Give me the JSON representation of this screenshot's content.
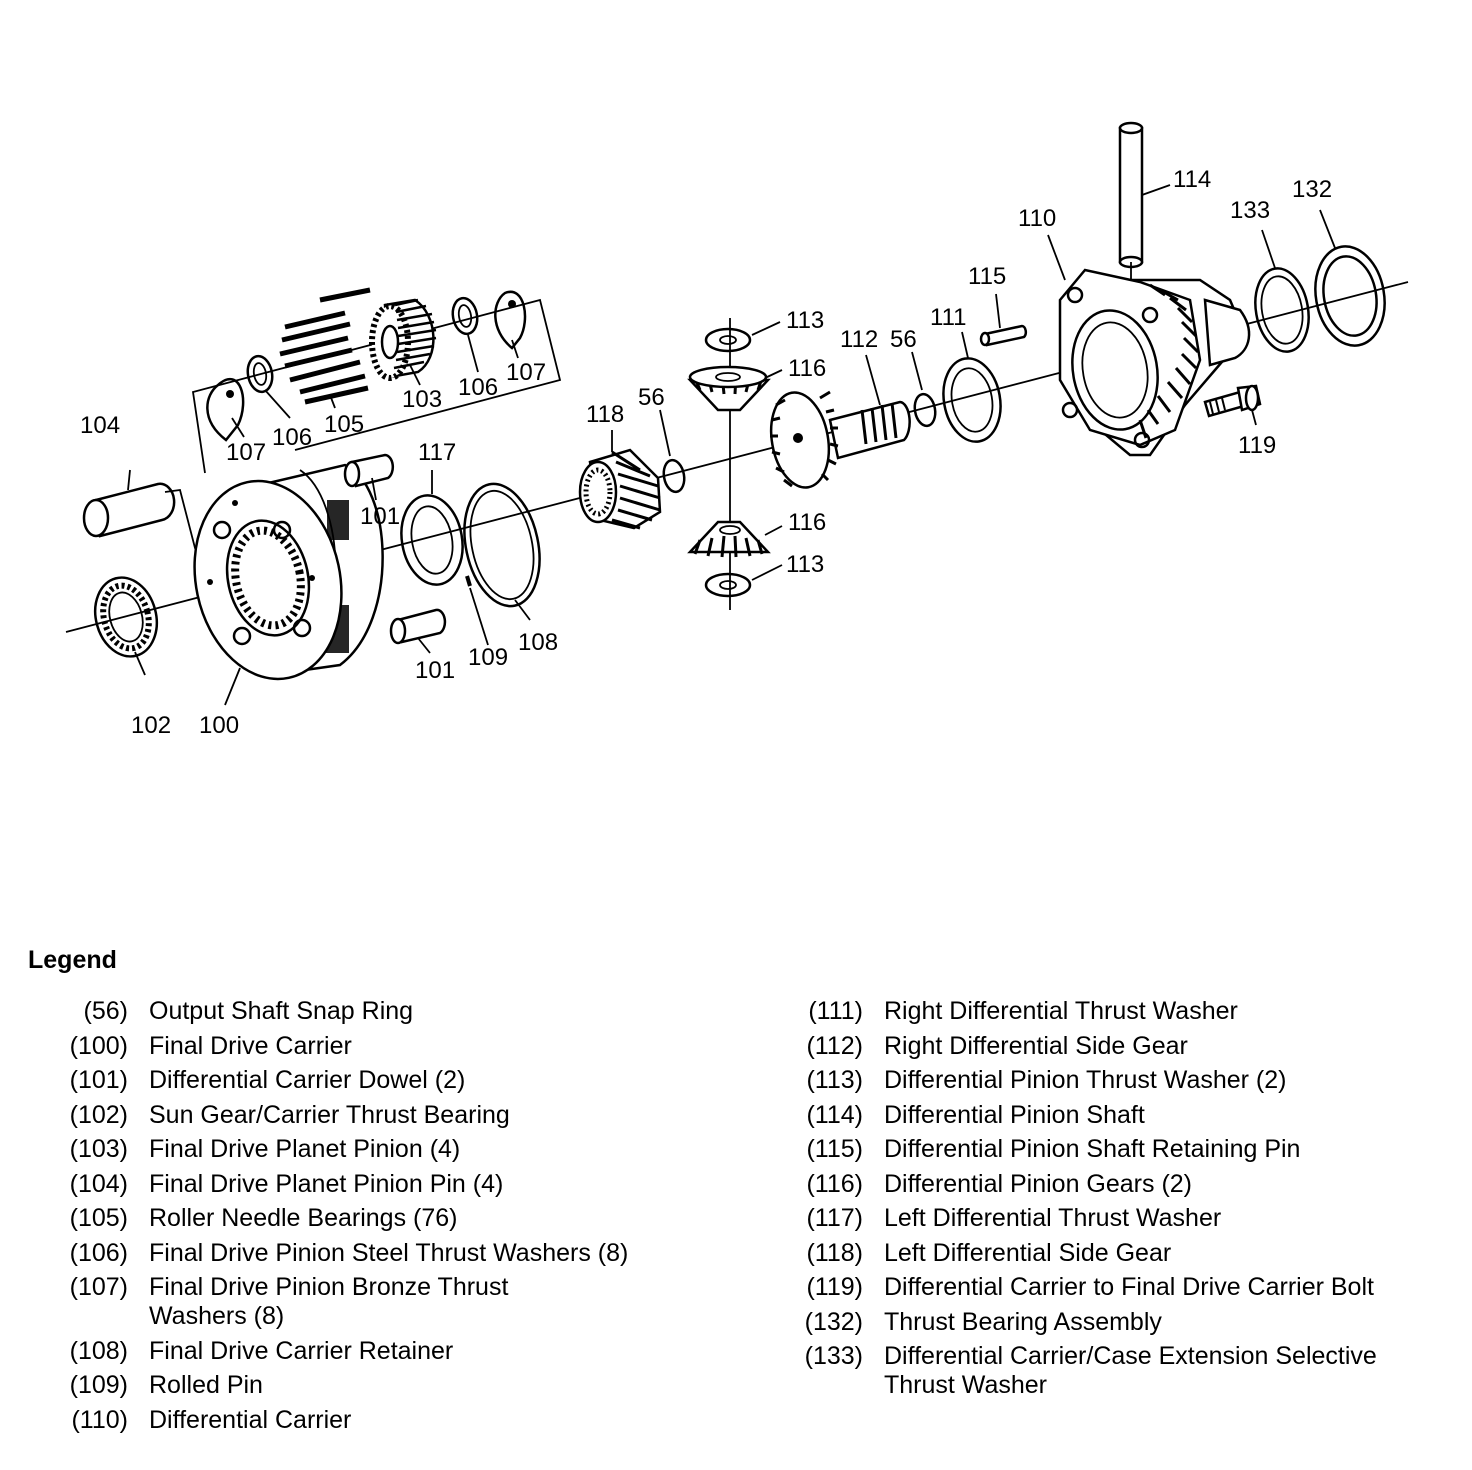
{
  "callouts": [
    "104",
    "102",
    "100",
    "107",
    "106",
    "105",
    "103",
    "106",
    "107",
    "117",
    "101",
    "101",
    "109",
    "108",
    "118",
    "56",
    "113",
    "116",
    "116",
    "113",
    "112",
    "56",
    "111",
    "115",
    "110",
    "114",
    "133",
    "132",
    "119"
  ],
  "legend": {
    "title": "Legend",
    "left": [
      {
        "num": "(56)",
        "desc": "Output Shaft Snap Ring"
      },
      {
        "num": "(100)",
        "desc": "Final Drive Carrier"
      },
      {
        "num": "(101)",
        "desc": "Differential Carrier Dowel (2)"
      },
      {
        "num": "(102)",
        "desc": "Sun Gear/Carrier Thrust Bearing"
      },
      {
        "num": "(103)",
        "desc": "Final Drive Planet Pinion (4)"
      },
      {
        "num": "(104)",
        "desc": "Final Drive Planet Pinion Pin (4)"
      },
      {
        "num": "(105)",
        "desc": "Roller Needle Bearings (76)"
      },
      {
        "num": "(106)",
        "desc": "Final Drive Pinion Steel Thrust Washers (8)"
      },
      {
        "num": "(107)",
        "desc": "Final Drive Pinion Bronze Thrust\nWashers (8)"
      },
      {
        "num": "(108)",
        "desc": "Final Drive Carrier Retainer"
      },
      {
        "num": "(109)",
        "desc": "Rolled Pin"
      },
      {
        "num": "(110)",
        "desc": "Differential Carrier"
      }
    ],
    "right": [
      {
        "num": "(111)",
        "desc": "Right Differential Thrust Washer"
      },
      {
        "num": "(112)",
        "desc": "Right Differential Side Gear"
      },
      {
        "num": "(113)",
        "desc": "Differential Pinion Thrust Washer (2)"
      },
      {
        "num": "(114)",
        "desc": "Differential Pinion Shaft"
      },
      {
        "num": "(115)",
        "desc": "Differential Pinion Shaft Retaining Pin"
      },
      {
        "num": "(116)",
        "desc": "Differential Pinion Gears (2)"
      },
      {
        "num": "(117)",
        "desc": "Left Differential Thrust Washer"
      },
      {
        "num": "(118)",
        "desc": "Left Differential Side Gear"
      },
      {
        "num": "(119)",
        "desc": "Differential Carrier to Final Drive Carrier Bolt"
      },
      {
        "num": "(132)",
        "desc": "Thrust Bearing Assembly"
      },
      {
        "num": "(133)",
        "desc": "Differential Carrier/Case Extension Selective\nThrust Washer"
      }
    ]
  }
}
